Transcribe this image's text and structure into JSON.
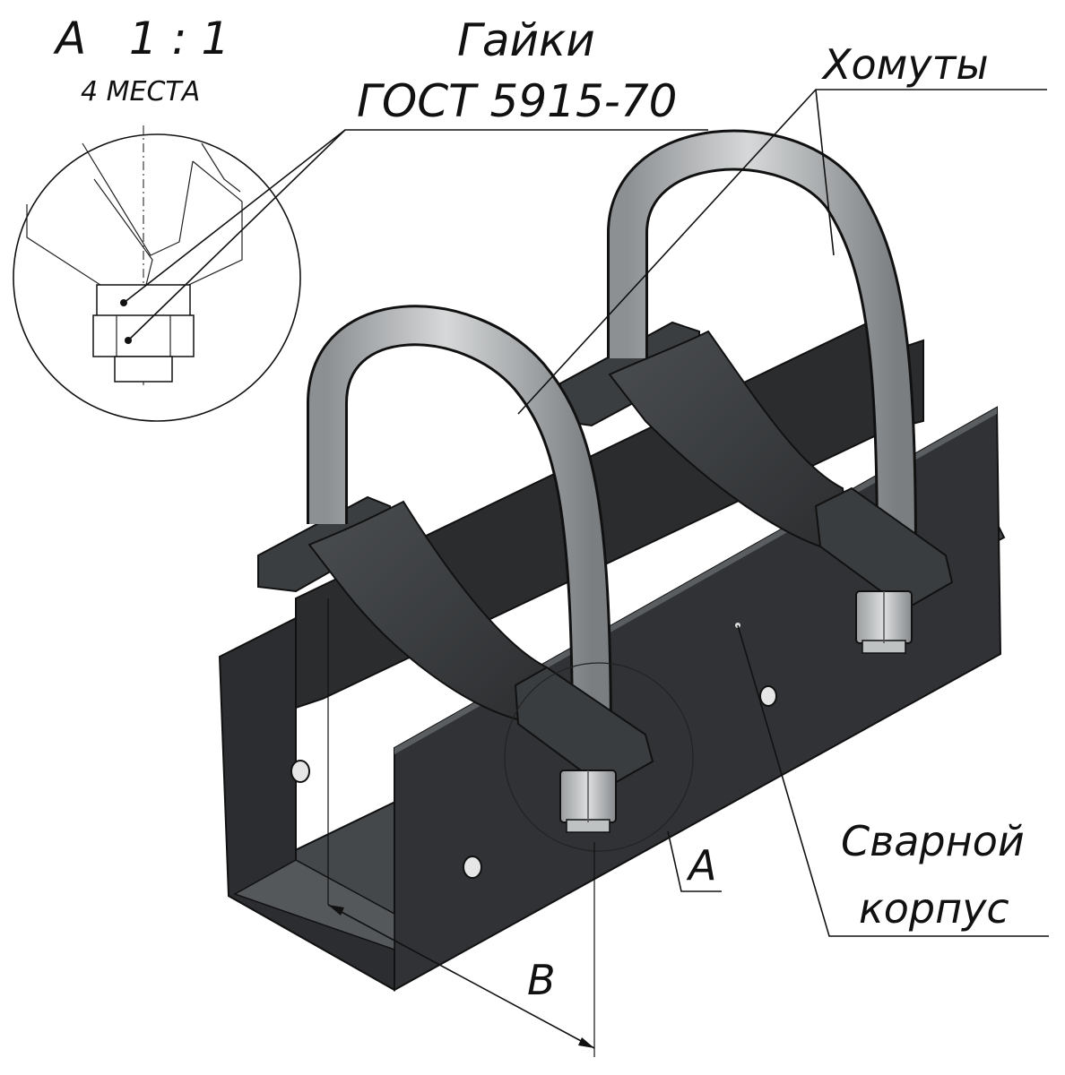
{
  "labels": {
    "detail_scale": "А   1 : 1",
    "detail_places": "4 МЕСТА",
    "nuts_line1": "Гайки",
    "nuts_line2": "ГОСТ 5915-70",
    "clamps": "Хомуты",
    "body_line1": "Сварной",
    "body_line2": "корпус",
    "detail_ref": "А",
    "dimension": "В"
  },
  "colors": {
    "steel_dark": "#2f3133",
    "steel_mid": "#3d4043",
    "steel_light": "#55595c",
    "inner_face": "#4a4d50",
    "bolt_light": "#c9cbcc",
    "bolt_mid": "#a6a9ab",
    "bolt_dark": "#7e8285"
  }
}
